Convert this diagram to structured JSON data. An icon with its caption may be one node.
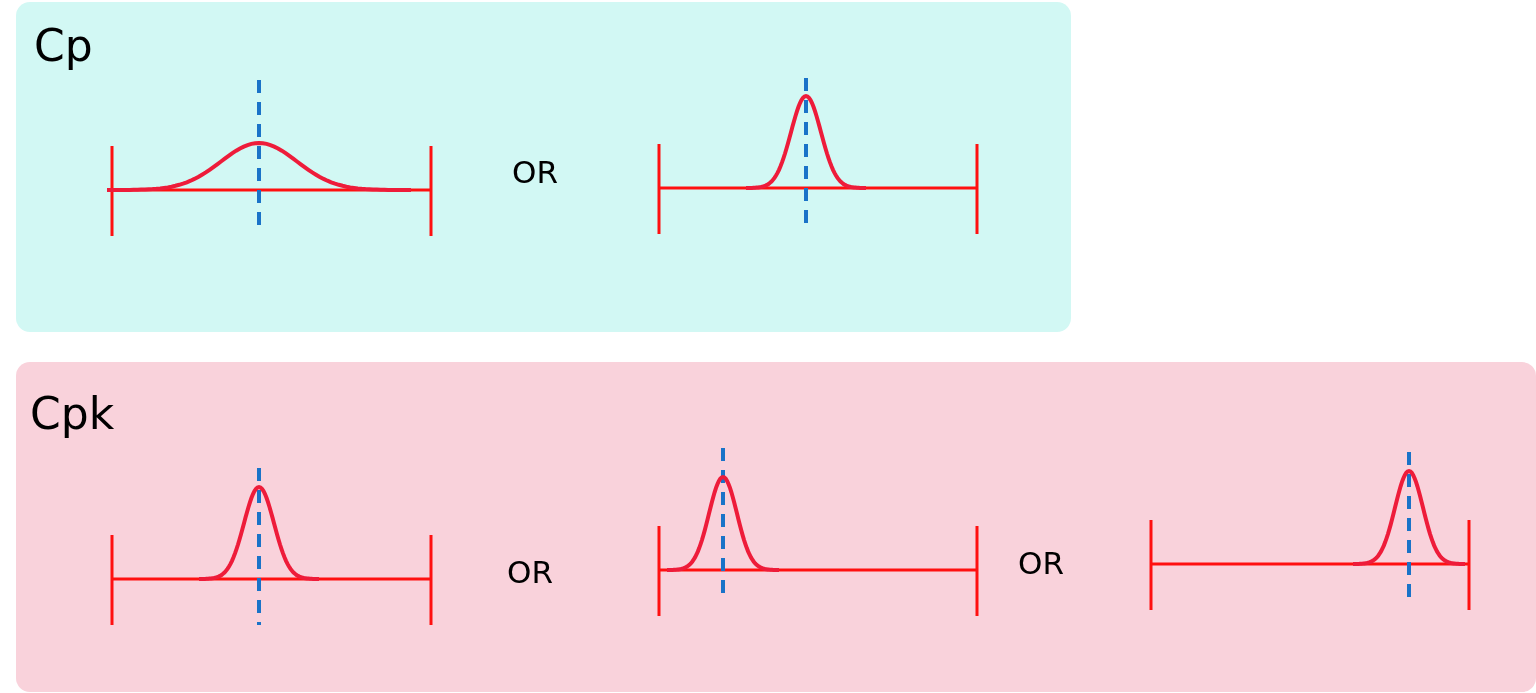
{
  "diagram": {
    "nodes": [
      {
        "text": [
          "Cp"
        ]
      },
      {
        "text": [
          "Cpk"
        ]
      }
    ],
    "labels": [
      "OR",
      "OR",
      "OR"
    ]
  }
}
